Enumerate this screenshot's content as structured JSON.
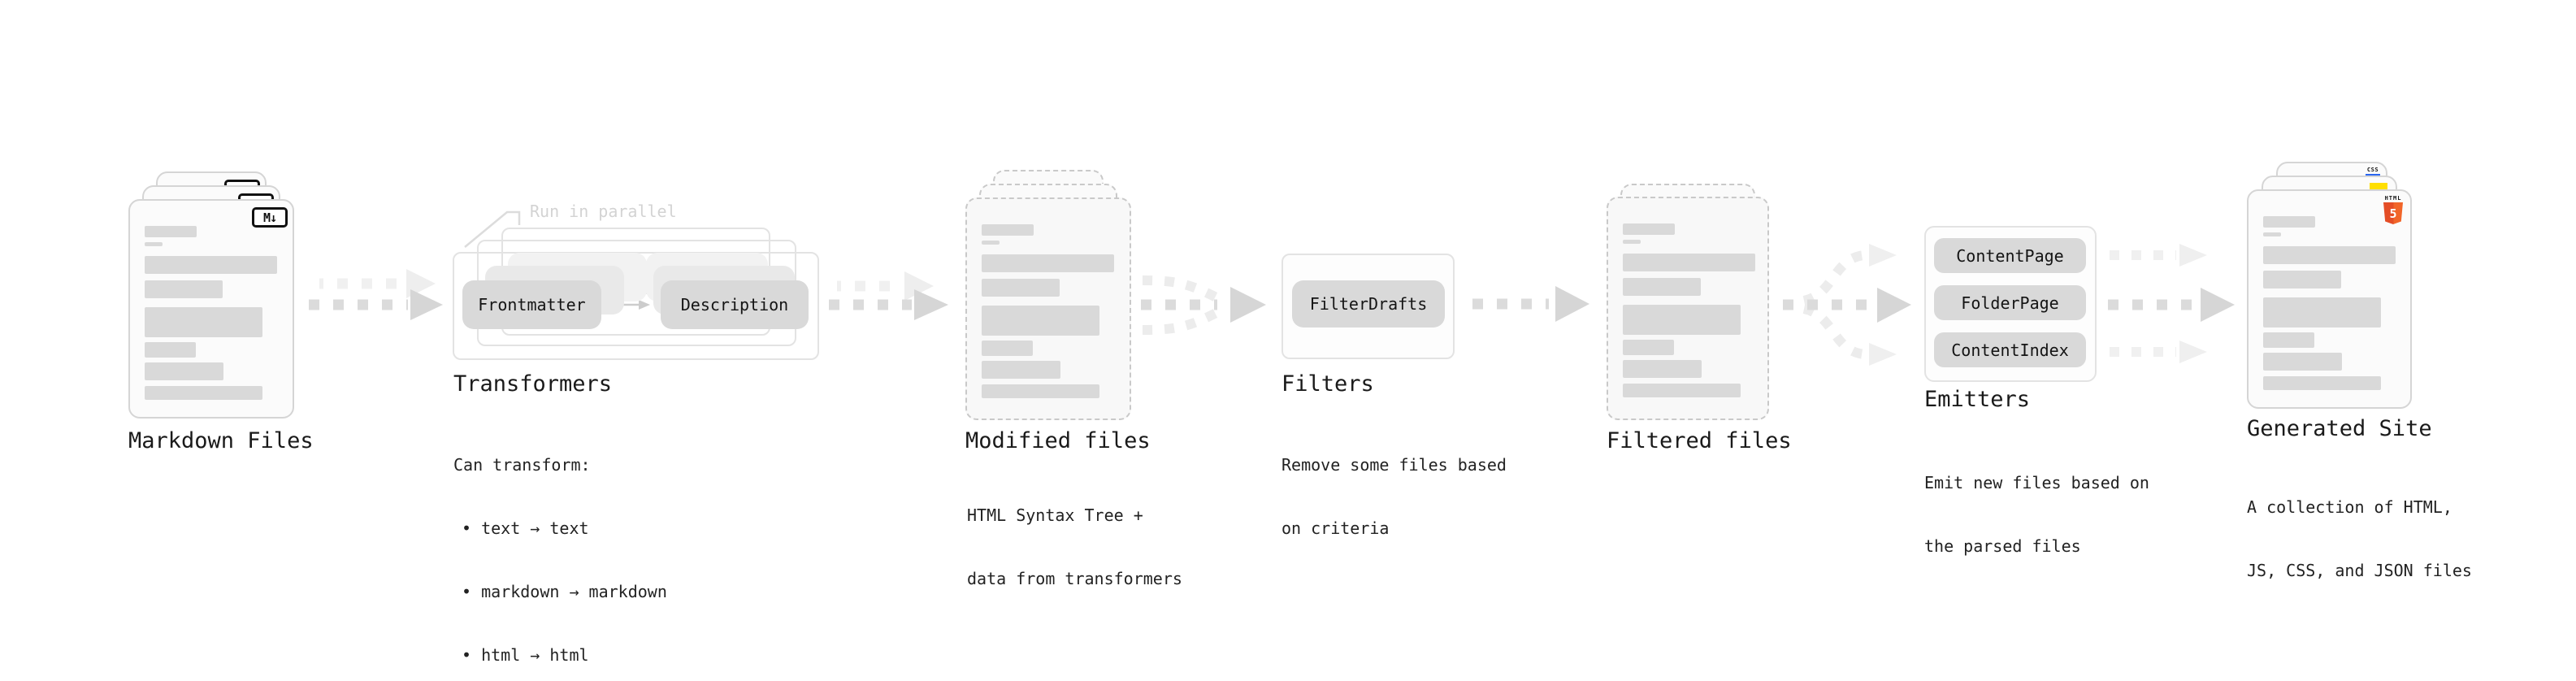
{
  "colors": {
    "html5_orange_dark": "#e44d26",
    "html5_orange_light": "#f16529",
    "css_blue": "#2965f1",
    "js_yellow": "#ffdf00",
    "chip_gray": "#d9d9d9",
    "bar_gray": "#d9d9d9",
    "arrow_dark": "#d9d9d9",
    "arrow_light": "#f0f0f0",
    "text_dark": "#1a1a1a",
    "note_gray": "#d3d3d3"
  },
  "icons": {
    "markdown_badge": "M↓",
    "html5_label": "HTML",
    "html5_numeral": "5",
    "css_label": "CSS"
  },
  "stages": {
    "markdown": {
      "title": "Markdown Files"
    },
    "transformers": {
      "title": "Transformers",
      "note": "Run in parallel",
      "chips": [
        "Frontmatter",
        "Description"
      ],
      "desc_heading": "Can transform:",
      "bullets": [
        "• text → text",
        "• markdown → markdown",
        "• html → html"
      ]
    },
    "modified": {
      "title": "Modified files",
      "desc": [
        "HTML Syntax Tree +",
        "data from transformers"
      ]
    },
    "filters": {
      "title": "Filters",
      "chips": [
        "FilterDrafts"
      ],
      "desc": [
        "Remove some files based",
        "on criteria"
      ]
    },
    "filtered": {
      "title": "Filtered files"
    },
    "emitters": {
      "title": "Emitters",
      "chips": [
        "ContentPage",
        "FolderPage",
        "ContentIndex"
      ],
      "desc": [
        "Emit new files based on",
        "the parsed files"
      ]
    },
    "generated": {
      "title": "Generated Site",
      "desc": [
        "A collection of HTML,",
        "JS, CSS, and JSON files"
      ]
    }
  }
}
